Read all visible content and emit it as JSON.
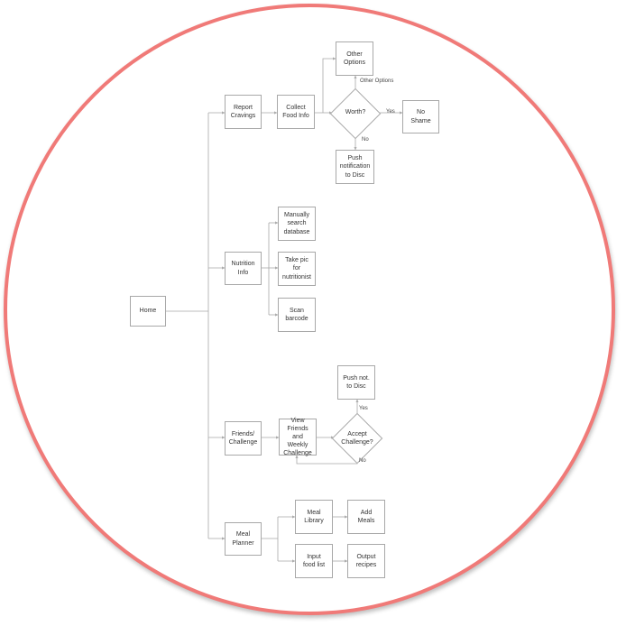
{
  "colors": {
    "frame": "#f07a78",
    "stroke": "#a8a8a8",
    "text": "#333333"
  },
  "nodes": {
    "home": "Home",
    "report_cravings": "Report\nCravings",
    "collect_food_info": "Collect\nFood Info",
    "other_options": "Other\nOptions",
    "no_shame": "No\nShame",
    "push_notification": "Push\nnotification\nto Disc",
    "nutrition_info": "Nutrition\nInfo",
    "manually_search": "Manually\nsearch\ndatabase",
    "take_pic": "Take pic\nfor\nnutritionist",
    "scan_barcode": "Scan\nbarcode",
    "friends_challenge": "Friends/\nChallenge",
    "view_friends": "View Friends\nand Weekly\nChallenge",
    "push_not": "Push not.\nto Disc",
    "meal_planner": "Meal\nPlanner",
    "meal_library": "Meal\nLibrary",
    "add_meals": "Add\nMeals",
    "input_food_list": "Input\nfood list",
    "output_recipes": "Output\nrecipes"
  },
  "decisions": {
    "worth": "Worth?",
    "accept_challenge": "Accept\nChallenge?"
  },
  "edge_labels": {
    "other_options": "Other Options",
    "yes_worth": "Yes",
    "no_worth": "No",
    "yes_accept": "Yes",
    "no_accept": "No"
  }
}
